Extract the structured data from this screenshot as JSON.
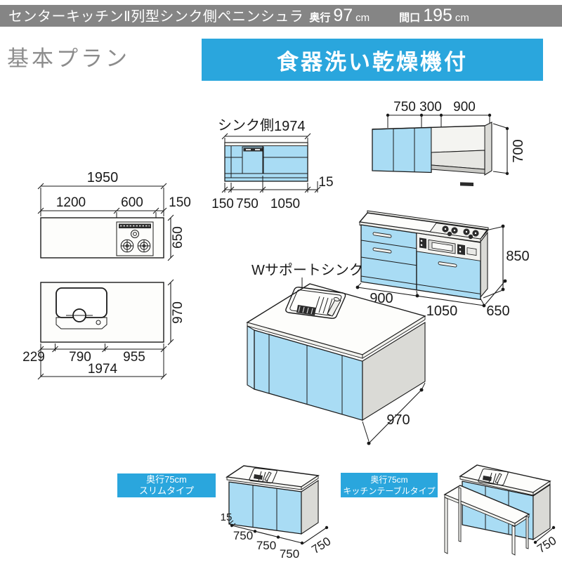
{
  "header": {
    "title": "センターキッチンⅡ列型シンク側ペニンシュラ",
    "depth_label": "奥行",
    "depth_value": "97",
    "depth_unit": "cm",
    "width_label": "間口",
    "width_value": "195",
    "width_unit": "cm"
  },
  "headings": {
    "plan": "基本プラン",
    "feature": "食器洗い乾燥機付"
  },
  "colors": {
    "accent_blue": "#2aa6dd",
    "cabinet_blue": "#a9dcf4",
    "banner_gray": "#858585"
  },
  "sink_elevation": {
    "label": "シンク側",
    "total": "1974",
    "d1": "150",
    "d2": "750",
    "d3": "1050",
    "overhang": "15"
  },
  "wall_cabinet": {
    "d1": "750",
    "d2": "300",
    "d3": "900",
    "height": "700"
  },
  "cooktop_plan": {
    "total": "1950",
    "d1": "1200",
    "d2": "600",
    "d3": "150",
    "depth": "650"
  },
  "sink_plan": {
    "depth": "970",
    "d1": "229",
    "d2": "790",
    "d3": "955",
    "total": "1974"
  },
  "base_iso": {
    "height": "850",
    "d1": "900",
    "d2": "1050",
    "depth": "650"
  },
  "island_iso": {
    "callout": "Wサポートシンク",
    "depth": "970"
  },
  "variant_slim": {
    "tag1": "奥行75cm",
    "tag2": "スリムタイプ",
    "overhang": "15",
    "d1": "750",
    "d2": "750",
    "d3": "750",
    "depth": "750"
  },
  "variant_table": {
    "tag1": "奥行75cm",
    "tag2": "キッチンテーブルタイプ",
    "depth": "750"
  }
}
